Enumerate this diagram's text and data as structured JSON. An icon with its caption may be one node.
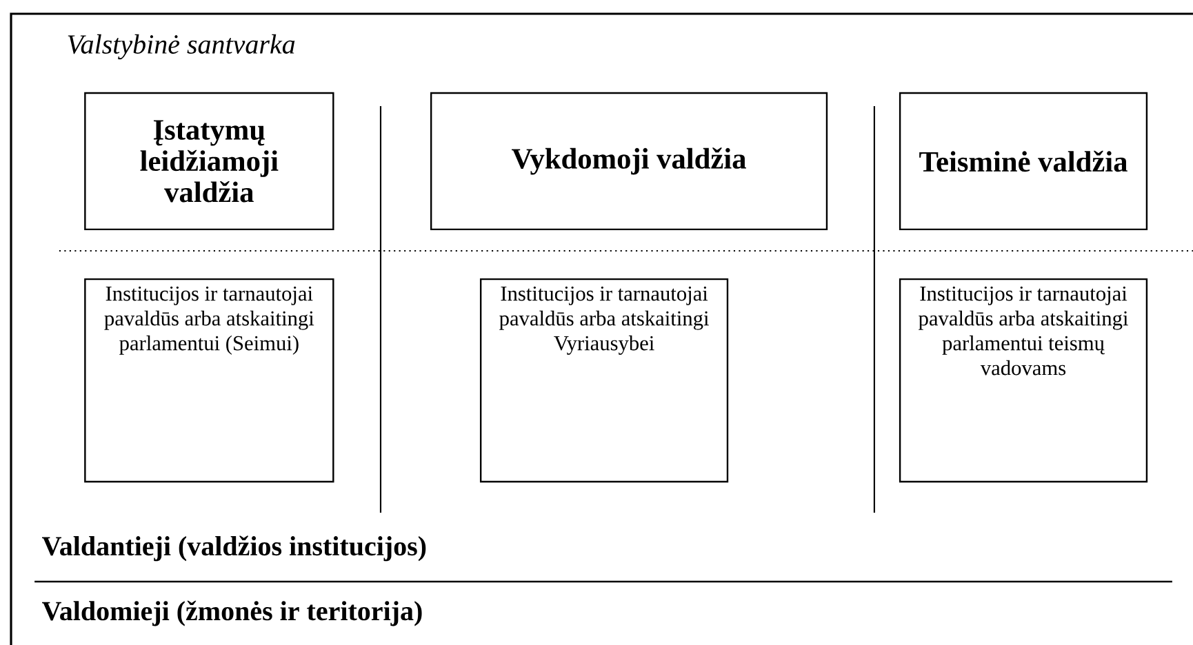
{
  "diagram": {
    "title": "Valstybinė santvarka",
    "nodes": [
      {
        "text": [
          "Įstatymų leidžiamoji valdžia"
        ]
      },
      {
        "text": [
          "Vykdomoji valdžia"
        ]
      },
      {
        "text": [
          "Teisminė valdžia"
        ]
      },
      {
        "text": [
          "Institucijos ir tarnautojai pavaldūs arba atskaitingi parlamentui (Seimui)"
        ]
      },
      {
        "text": [
          "Institucijos ir tarnautojai pavaldūs arba atskaitingi Vyriausybei"
        ]
      },
      {
        "text": [
          "Institucijos ir tarnautojai pavaldūs arba atskaitingi parlamentui teismų vadovams"
        ]
      }
    ],
    "labels": [
      "Valdantieji (valdžios institucijos)",
      "Valdomieji (žmonės ir teritorija)"
    ]
  }
}
